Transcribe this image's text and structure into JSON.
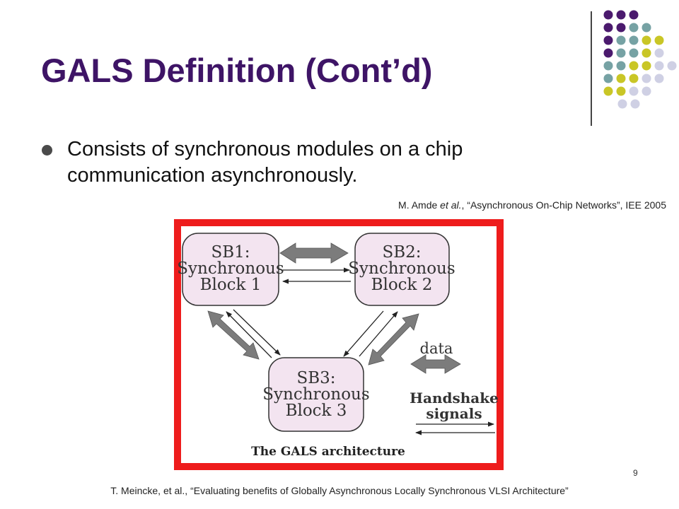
{
  "slide": {
    "title": "GALS Definition (Cont’d)",
    "bullet": "Consists of synchronous modules on a chip communication asynchronously.",
    "citation_top": {
      "prefix": "M. Amde ",
      "et_al": "et al.",
      "suffix": ", “Asynchronous On-Chip Networks”, IEE 2005"
    },
    "page_number": "9",
    "citation_bottom": "T. Meincke, et al., “Evaluating benefits of Globally Asynchronous Locally Synchronous VLSI Architecture”"
  },
  "figure": {
    "blocks": [
      {
        "id": "sb1",
        "lines": [
          "SB1:",
          "Synchronous",
          "Block 1"
        ]
      },
      {
        "id": "sb2",
        "lines": [
          "SB2:",
          "Synchronous",
          "Block 2"
        ]
      },
      {
        "id": "sb3",
        "lines": [
          "SB3:",
          "Synchronous",
          "Block 3"
        ]
      }
    ],
    "legend": {
      "data": "data",
      "handshake_line1": "Handshake",
      "handshake_line2": "signals"
    },
    "caption": "The GALS architecture"
  },
  "colors": {
    "title": "#3e1466",
    "frame": "#ee1c1c",
    "block_fill": "#f3e4f0",
    "arrow_gray": "#7c7c7c",
    "dot_purple": "#4b1a6e",
    "dot_teal": "#76a2a4",
    "dot_yellow": "#c9c626",
    "dot_lavender": "#cfd0e4"
  },
  "decor": {
    "dot_grid_rows": [
      [
        "purple",
        "purple",
        "purple"
      ],
      [
        "purple",
        "purple",
        "teal",
        "teal"
      ],
      [
        "purple",
        "teal",
        "teal",
        "yellow",
        "yellow"
      ],
      [
        "purple",
        "teal",
        "teal",
        "yellow",
        "lavender"
      ],
      [
        "teal",
        "teal",
        "yellow",
        "yellow",
        "lavender",
        "lavender"
      ],
      [
        "teal",
        "yellow",
        "yellow",
        "lavender",
        "lavender"
      ],
      [
        "yellow",
        "yellow",
        "lavender",
        "lavender"
      ],
      [
        "lavender",
        "lavender"
      ]
    ]
  }
}
